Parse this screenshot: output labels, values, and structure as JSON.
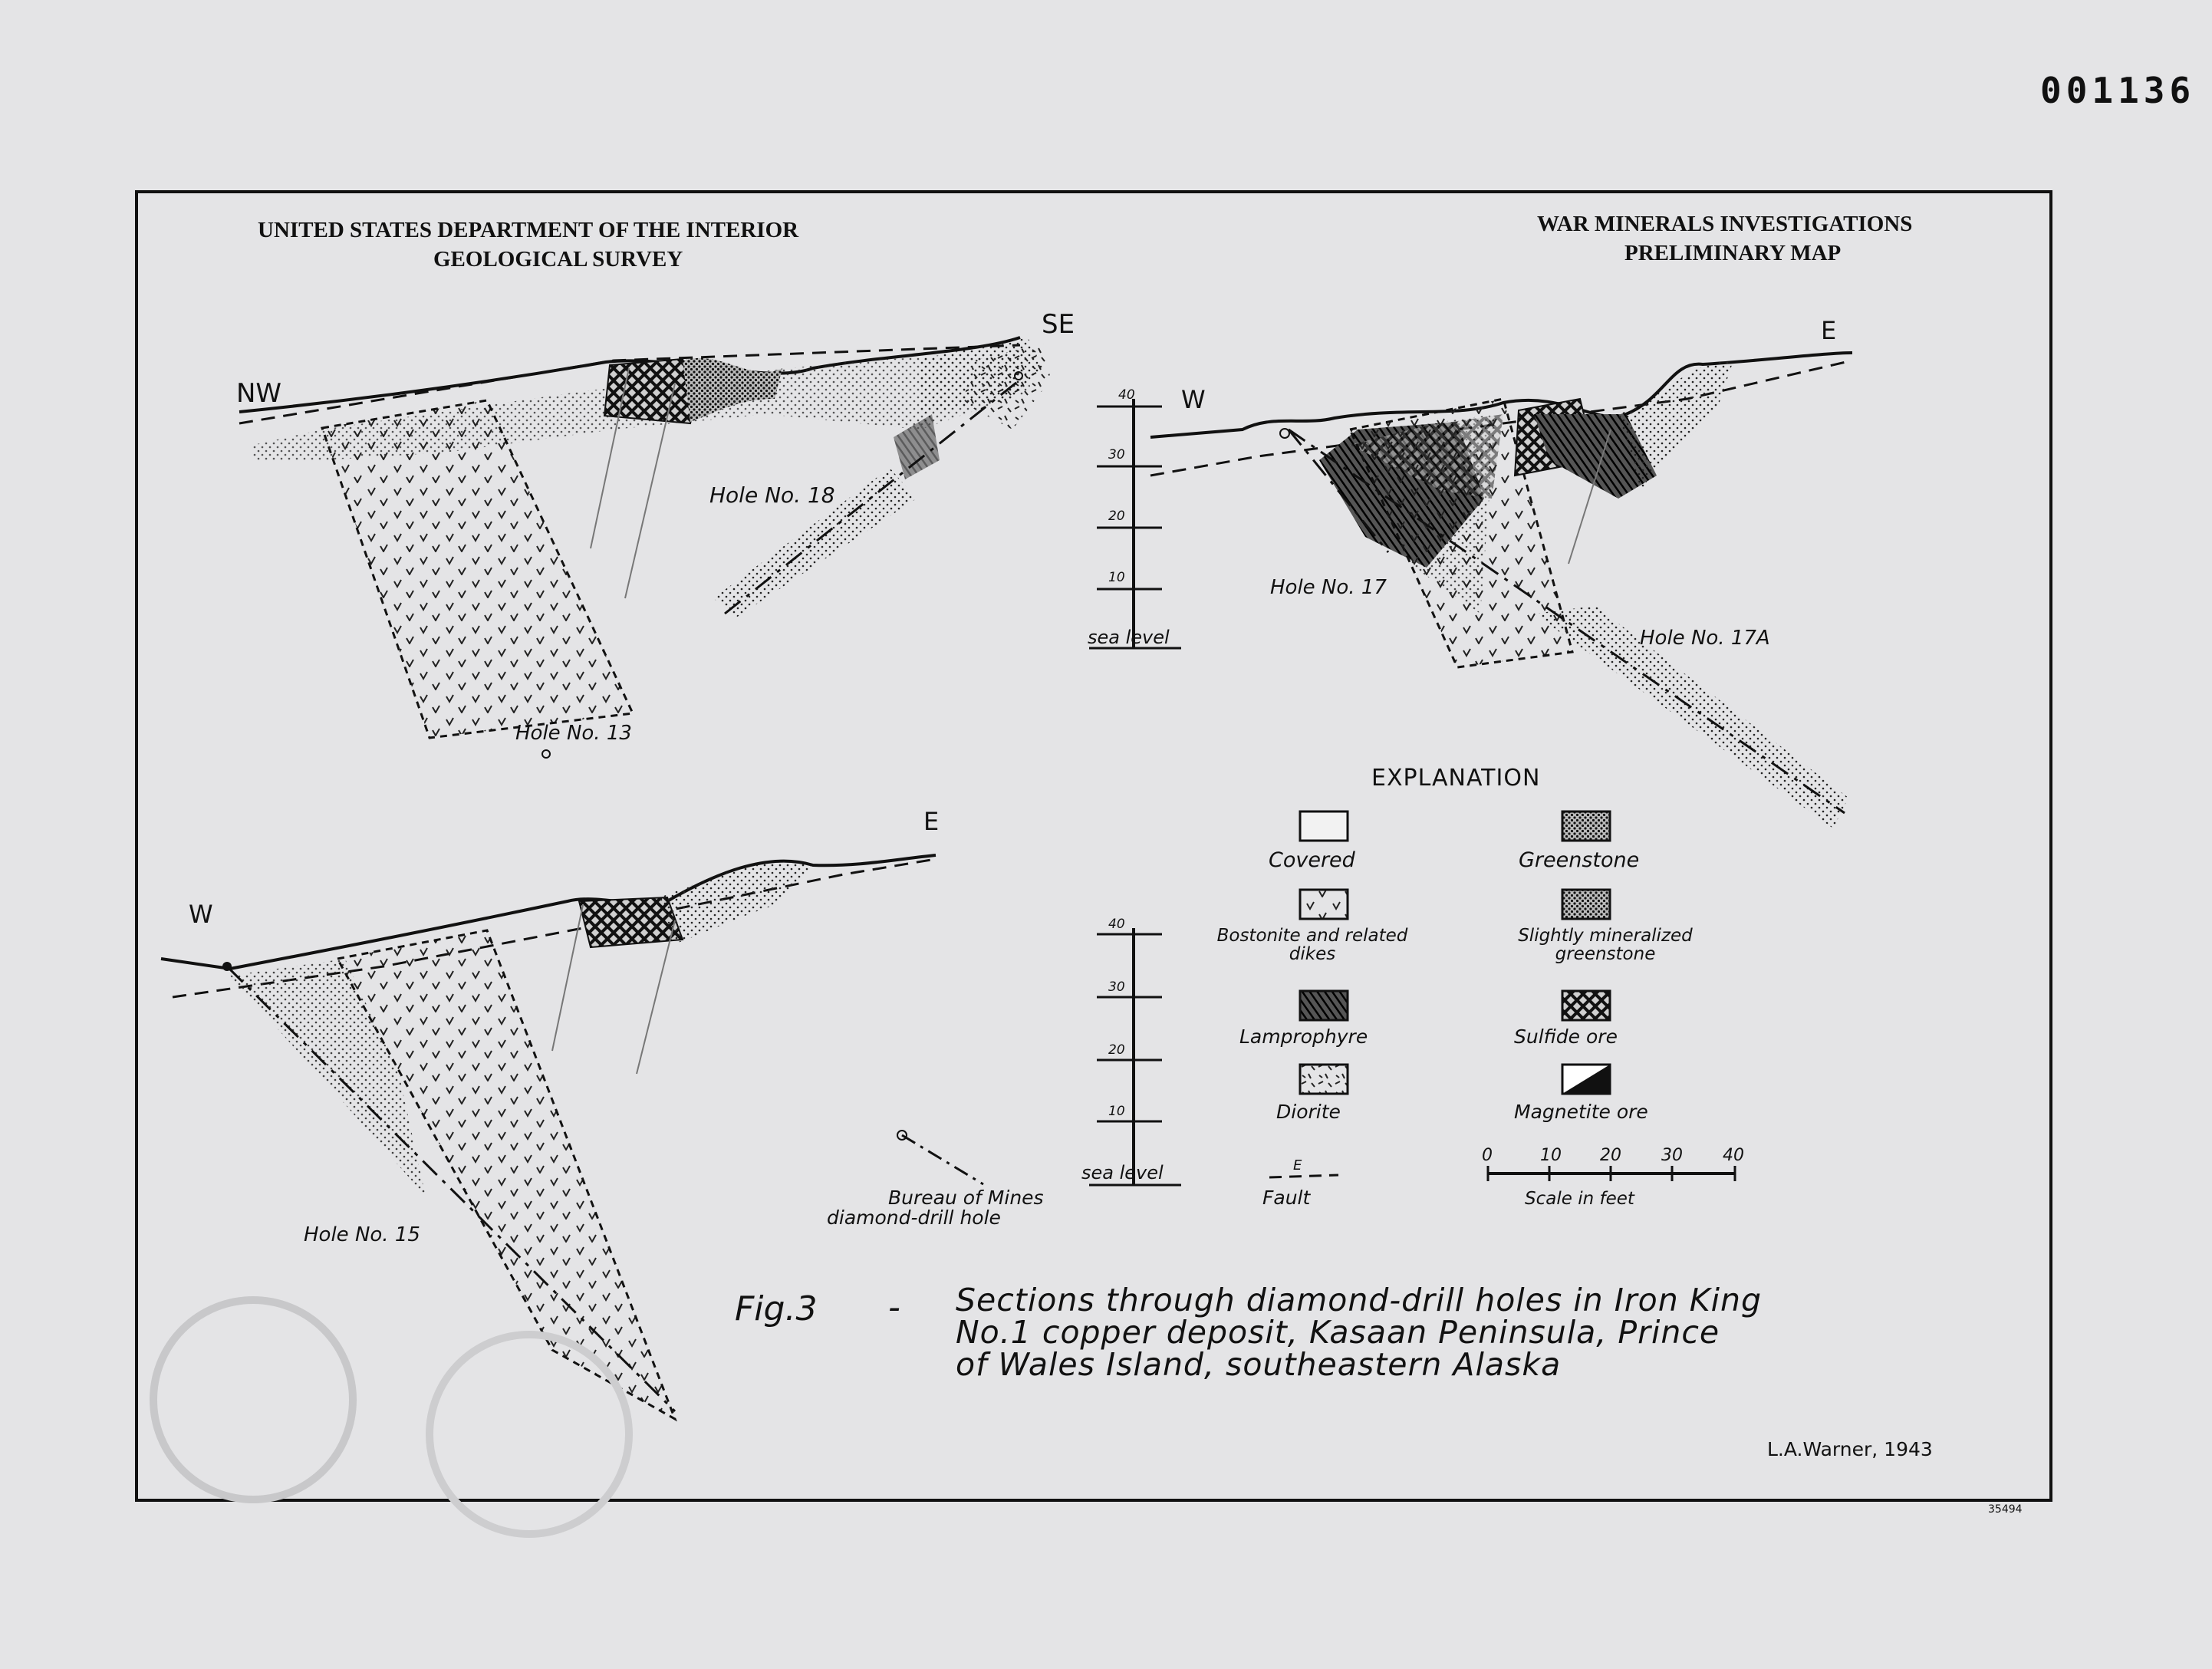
{
  "sheet": {
    "doc_number": "001136",
    "agency_line1": "UNITED STATES DEPARTMENT OF THE INTERIOR",
    "agency_line2": "GEOLOGICAL SURVEY",
    "series_line1": "WAR MINERALS INVESTIGATIONS",
    "series_line2": "PRELIMINARY MAP",
    "caption_label": "Fig.3",
    "caption_dash": "-",
    "caption_line1": "Sections through diamond-drill holes in Iron King",
    "caption_line2": "No.1 copper deposit, Kasaan Peninsula, Prince",
    "caption_line3": "of Wales Island, southeastern Alaska",
    "author": "L.A.Warner, 1943",
    "plate_number": "35494"
  },
  "sections": {
    "hole18": {
      "left_label": "NW",
      "right_label": "SE",
      "hole_a": "Hole No. 18",
      "hole_b": "Hole No. 13"
    },
    "hole17": {
      "left_label": "W",
      "right_label": "E",
      "hole_a": "Hole No. 17",
      "hole_b": "Hole No. 17A"
    },
    "hole15": {
      "left_label": "W",
      "right_label": "E",
      "hole_a": "Hole No. 15"
    }
  },
  "vertical_scale": {
    "ticks": [
      "40",
      "30",
      "20",
      "10"
    ],
    "base_label": "sea level"
  },
  "legend": {
    "title": "EXPLANATION",
    "items": [
      {
        "label": "Covered",
        "pattern": "covered-swatch"
      },
      {
        "label": "Greenstone",
        "pattern": "greenstone-swatch"
      },
      {
        "label": "Bostonite and related dikes",
        "pattern": "bostonite-swatch"
      },
      {
        "label": "Slightly mineralized greenstone",
        "pattern": "mineralized-greenstone-swatch"
      },
      {
        "label": "Lamprophyre",
        "pattern": "lamprophyre-swatch"
      },
      {
        "label": "Sulfide ore",
        "pattern": "sulfide-ore-swatch"
      },
      {
        "label": "Diorite",
        "pattern": "diorite-swatch"
      },
      {
        "label": "Magnetite ore",
        "pattern": "magnetite-ore-swatch"
      }
    ],
    "fault_symbol": "E",
    "fault_label": "Fault",
    "drill_hole_label_line1": "Bureau of Mines",
    "drill_hole_label_line2": "diamond-drill hole",
    "horizontal_scale": {
      "ticks": [
        "0",
        "10",
        "20",
        "30",
        "40"
      ],
      "label": "Scale in feet"
    }
  },
  "colors": {
    "paper": "#e4e4e6",
    "ink": "#111111",
    "pencil": "#9a9a9e"
  }
}
